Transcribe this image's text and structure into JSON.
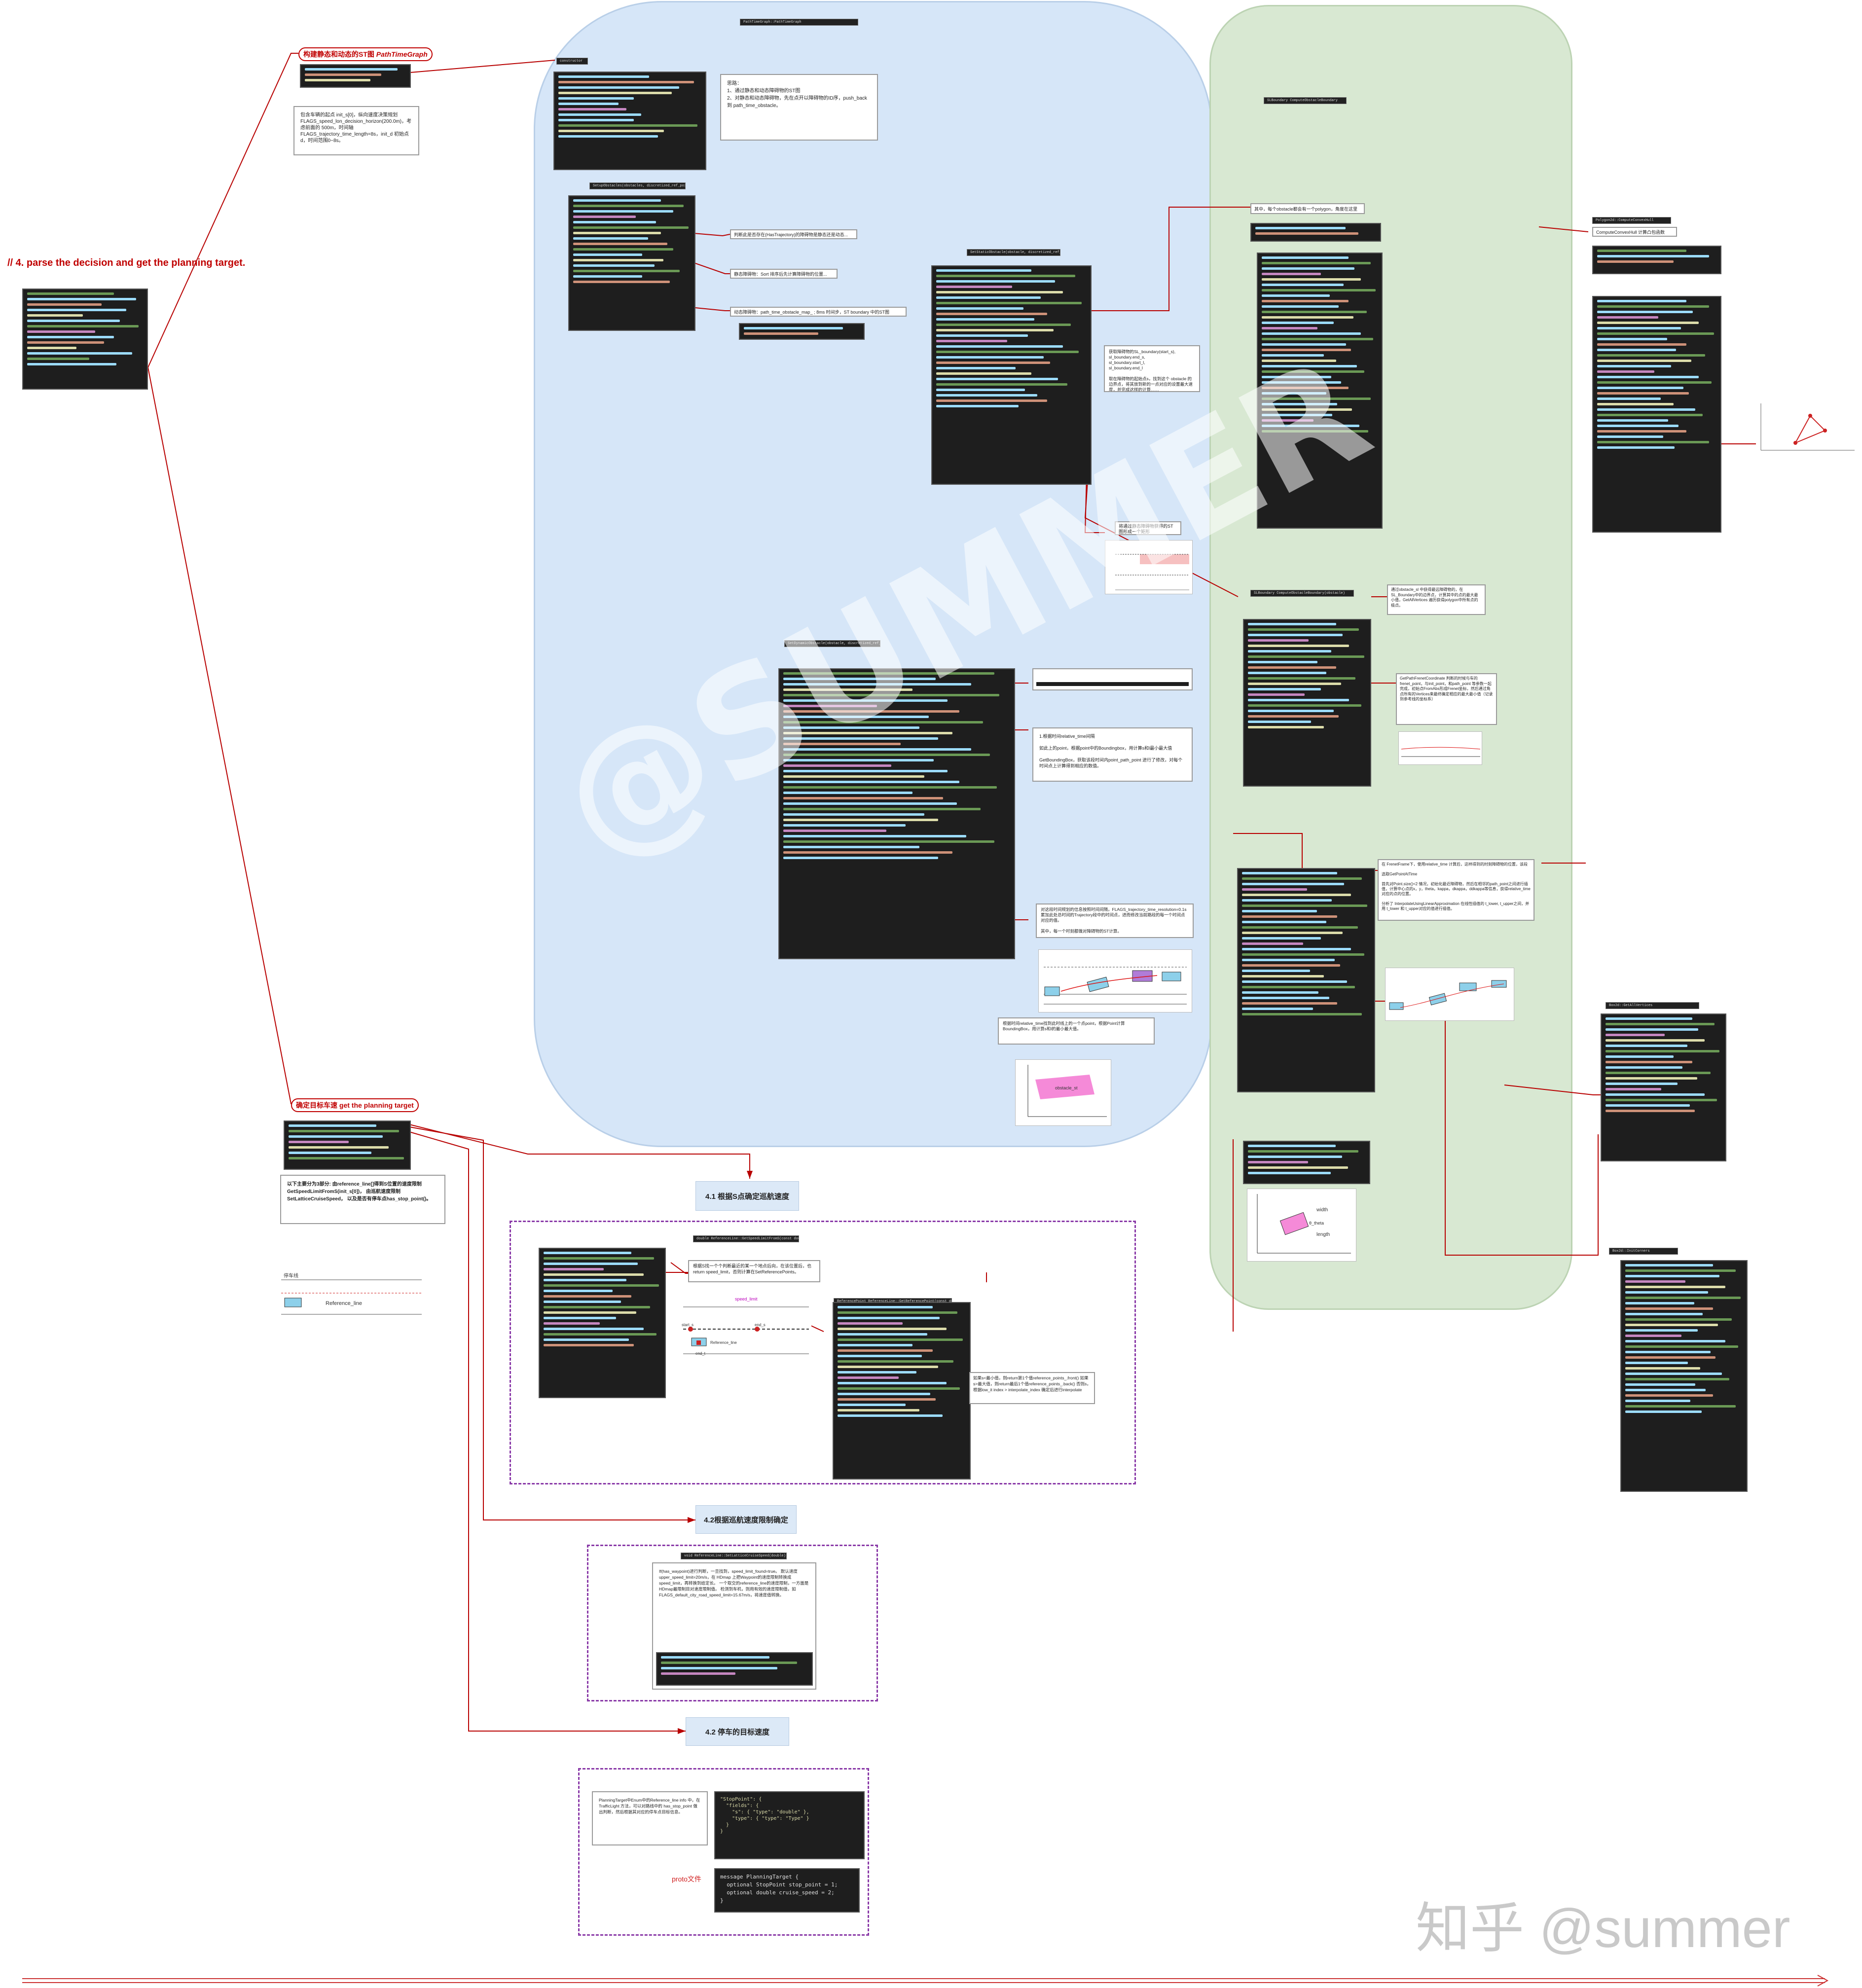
{
  "main_title": "// 4. parse the decision and get the planning target.",
  "section_st_graph": {
    "title": "构建静态和动态的ST图",
    "title_italic": "PathTimeGraph"
  },
  "section_speed_target": {
    "title": "确定目标车速 get the planning target"
  },
  "steps": {
    "s41": "4.1 根据S点确定巡航速度",
    "s42a": "4.2根据巡航速度限制确定",
    "s42b": "4.2 停车的目标速度"
  },
  "notes": {
    "st_params": "包含车辆的起点 init_s[0]，纵向速度决策规划 FLAGS_speed_lon_decision_horizon(200.0m)，考虑前面的 500m，时间轴 FLAGS_trajectory_time_length=8s，init_d 初始点d，时间范围0~8s。",
    "steps_note": "思路：\n1、通过静态和动态障碍物的ST图\n2、对静态和动态障碍物，先在点开以障碍物的ID序，push_back到 path_time_obstacle。",
    "has_trajectory": "判断此是否存在(HasTrajectory)的障碍物是静态还是动态...",
    "static_obstacle": "静态障碍物：Sort 排序后先计算障碍物的位置...",
    "dynamic_obstacle": "动态障碍物：path_time_obstacle_map_ ; 8ms 时间步，ST boundary 中的ST图",
    "sl_boundary": "获取障碍物的SL_boundary(start_s),\nsl_boundary.end_s,\nsl_boundary.start_l,\nsl_boundary.end_l\n\n取在障碍物的起始点s，找到这个 obstacle 的边界点，将其放到新的一点对应的设置最大速度，并完成这样的计算……",
    "st_rect": "将通过静态障碍物获得的ST图形成一个矩形",
    "relative_time": "1.根据时间relative_time间隔\n\n如此上的point，根据point中的Boundingbox，用计算s和l最小最大值\n\nGetBoundingBox，获取该段时间内point_path_point 进行了修改，对每个时间点上计算得到相应的数值。",
    "frenet_time": "对这段时间规划的信息按照时间间隔，FLAGS_trajectory_time_resolution=0.1s 累加此处总时间的Trajectory段中的时间点，进而修改当前路段的每一个时间点对应的值。\n\n其中，每一个时刻都做对障碍物的ST计算。",
    "relative_time2": "根据时间relative_time找到此时线上的一个点point，根据Point计算BoundingBox，用计算s和l的最小最大值。",
    "polygon": "其中，每个obstacle都会有一个polygon，角度在这里",
    "sl_obstacle": "通过obstacle_sl 中获得最远障碍物的，在SL_Boundary中的边界点，计算其中的点的最大最小值，GetAllVertices 遍历获得polygon中所有点的极点。",
    "frenet_coord": "GetPathFrenetCoordinate 判断的时候与车的frenet_point，与init_point，和path_point 等参数一起完成，初始点FromAbs形成Frenet坐标，然后通过角点所有的Vertices来最终确定相应的最大最小值（记录到参考线的坐标系）",
    "frenet_interp": "在 FrenetFrame下，使用relative_time 计算后，这样得到的时刻障碍物的位置，该段\n\n选取GetPointAtTime\n\n首先对Point.size()<2 情况，初始化最近障碍物，然后在相邻的path_point之间进行插值，计算中心点的x，y，theta，kappa，dkappa，ddkappa等信息，获得relative_time对应的点的位置。\n\n分析了 InterpolateUsingLinearApproximation 在线性插值的 t_lower, t_upper之间，并用 t_lower 和 t_upper对应的值进行插值。",
    "speed_plan": "以下主要分为3部分:\n由reference_line[]得到S位置的速度限制GetSpeedLimitFromS(init_s[0])，\n由巡航速度限制SetLatticeCruiseSpeed，\n以及是否有停车点has_stop_point()。",
    "get_speed_limit": "根据S找一个个判断最近的某一个地点后向，在该位置后，也 return speed_limit，否则计算在SetReferencePoints。",
    "binary_search": "如果s<最小值，则return第1个值reference_points_.front()\n如果s>最大值，则return最后1个值reference_points_.back()\n否则s，根据low_it index > interpolate_index 确定后进行interpolate",
    "cruise_speed": "If(has_waypoint)进行判断，一旦找到，speed_limit_found=true。\n\n默认速度upper_speed_limit=20m/s，在 HDmap 上把Waypoint的速度限制转换成speed_limit，再转换到给定长。\n\n一个取交的reference_line的速度限制，一方面是HDmap最限制目对速度限制值。\n\n检测到车机，则用有效的速度限制值，如 FLAGS_default_city_road_speed_limit=15.67m/s，将速度值转换。",
    "stop_target": "PlanningTarget中Enum中的Reference_line info 中，在 TrafficLight 方法，可以对路线中的 has_stop_point 做出判断，然后根据其对应的停车点目标信息。"
  },
  "labels": {
    "proto_file": "proto文件",
    "reference_line": "Reference_line",
    "stop_line": "停车线",
    "speed_limit": "speed_limit",
    "start_s": "start_s",
    "end_s": "end_s",
    "s_end_t": "end_t",
    "obstacle_st": "obstacle_st",
    "width": "width",
    "length": "length",
    "theta": "θ_theta",
    "convex_hull": "ComputeConvexHull 计算凸包函数"
  },
  "code_snippets": {
    "proto_message": "message PlanningTarget {\n  optional StopPoint stop_point = 1;\n  optional double cruise_speed = 2;\n}",
    "json_stop": "\"StopPoint\": {\n  \"fields\": {\n    \"s\": { \"type\": \"double\" },\n    \"type\": { \"type\": \"Type\" }\n  }\n}"
  },
  "watermark": "@SUMMER",
  "brand_watermark": "知乎 @summer",
  "colors": {
    "arrow_red": "#b80000",
    "region_blue": "#d6e6f8",
    "region_green": "#d8e8d2",
    "dash_purple": "#8a3aa8"
  }
}
